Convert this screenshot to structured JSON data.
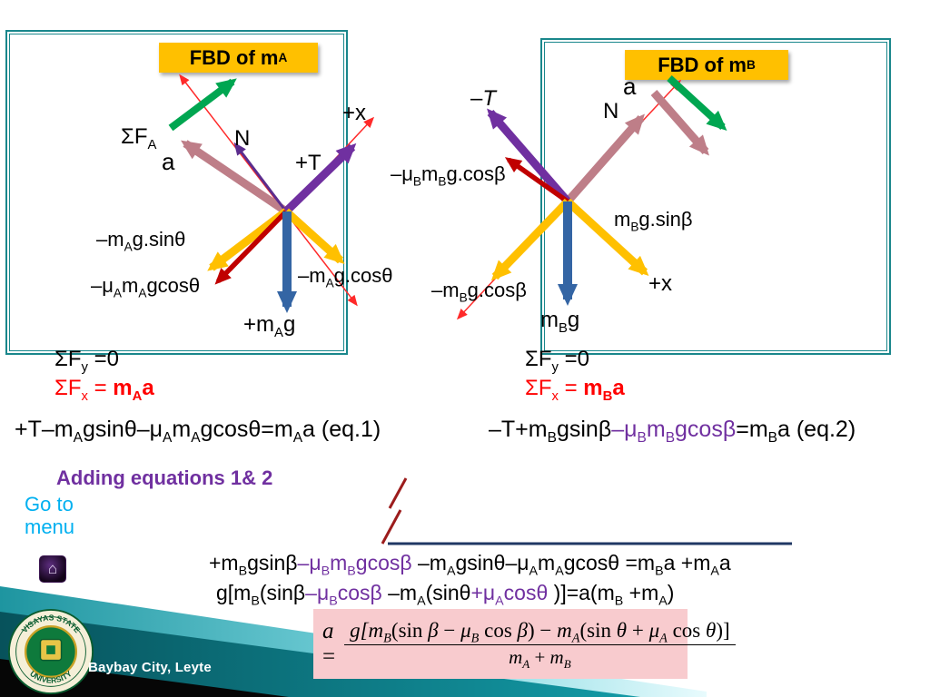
{
  "colors": {
    "teal_border": "#1A878C",
    "title_bg": "#FFC000",
    "arrow_green": "#00A651",
    "arrow_pink": "#BE7E88",
    "arrow_purple": "#7030A0",
    "arrow_yellow": "#FFC000",
    "arrow_darkred": "#C00000",
    "arrow_blue": "#3465A4",
    "axis_red": "#FF2A2A",
    "text_red": "#FF0000",
    "text_purple": "#7030A0",
    "text_cyan": "#00B0F0",
    "formula_box_bg": "#F8CBCE",
    "sum_line_navy": "#203864"
  },
  "left_fbd": {
    "title": [
      {
        "t": "FBD of m"
      },
      {
        "t": "A",
        "sub": true
      }
    ],
    "sigma_fa": [
      {
        "t": "ΣF"
      },
      {
        "t": "A",
        "sub": true
      }
    ],
    "a": [
      {
        "t": "a"
      }
    ],
    "n": [
      {
        "t": "N"
      }
    ],
    "plus_t": [
      {
        "t": "+T"
      }
    ],
    "plus_x": [
      {
        "t": "+x"
      }
    ],
    "mg_sin": [
      {
        "t": "–m"
      },
      {
        "t": "A",
        "sub": true
      },
      {
        "t": "g.sinθ"
      }
    ],
    "mu_mg_cos": [
      {
        "t": "–μ"
      },
      {
        "t": "A",
        "sub": true
      },
      {
        "t": "m"
      },
      {
        "t": "A",
        "sub": true
      },
      {
        "t": "gcosθ"
      }
    ],
    "mg_cos": [
      {
        "t": "–m"
      },
      {
        "t": "A",
        "sub": true
      },
      {
        "t": "g.cosθ"
      }
    ],
    "weight": [
      {
        "t": "+m"
      },
      {
        "t": "A",
        "sub": true
      },
      {
        "t": "g"
      }
    ]
  },
  "right_fbd": {
    "title": [
      {
        "t": "FBD of m"
      },
      {
        "t": "B",
        "sub": true
      }
    ],
    "minus_t": [
      {
        "t": "–"
      },
      {
        "t": "T",
        "italic": true
      }
    ],
    "a": [
      {
        "t": "a"
      }
    ],
    "n": [
      {
        "t": "N"
      }
    ],
    "mu_mg_cos": [
      {
        "t": "–μ"
      },
      {
        "t": "B",
        "sub": true
      },
      {
        "t": "m"
      },
      {
        "t": "B",
        "sub": true
      },
      {
        "t": "g.cosβ"
      }
    ],
    "mg_sin": [
      {
        "t": "m"
      },
      {
        "t": "B",
        "sub": true
      },
      {
        "t": "g.sinβ"
      }
    ],
    "mg_cos": [
      {
        "t": "–m"
      },
      {
        "t": "B",
        "sub": true
      },
      {
        "t": "g.cosβ"
      }
    ],
    "plus_x": [
      {
        "t": "+x"
      }
    ],
    "weight": [
      {
        "t": "m"
      },
      {
        "t": "B",
        "sub": true
      },
      {
        "t": "g"
      }
    ]
  },
  "equations": {
    "left_sum_fy": [
      {
        "t": "ΣF"
      },
      {
        "t": "y",
        "sub": true
      },
      {
        "t": " =0"
      }
    ],
    "left_sum_fx": [
      {
        "t": "ΣF"
      },
      {
        "t": "x",
        "sub": true
      },
      {
        "t": " = "
      },
      {
        "t": "m",
        "bold": true
      },
      {
        "t": "A",
        "sub": true,
        "bold": true
      },
      {
        "t": "a",
        "bold": true
      }
    ],
    "right_sum_fy": [
      {
        "t": "ΣF"
      },
      {
        "t": "y",
        "sub": true
      },
      {
        "t": " =0"
      }
    ],
    "right_sum_fx": [
      {
        "t": "ΣF"
      },
      {
        "t": "x",
        "sub": true
      },
      {
        "t": "  =  "
      },
      {
        "t": "m",
        "bold": true
      },
      {
        "t": "B",
        "sub": true,
        "bold": true
      },
      {
        "t": "a",
        "bold": true
      }
    ],
    "eq1": [
      {
        "t": "+T–m"
      },
      {
        "t": "A",
        "sub": true
      },
      {
        "t": "gsinθ–μ"
      },
      {
        "t": "A",
        "sub": true
      },
      {
        "t": "m"
      },
      {
        "t": "A",
        "sub": true
      },
      {
        "t": "gcosθ=m"
      },
      {
        "t": "A",
        "sub": true
      },
      {
        "t": "a  (eq.1)"
      }
    ],
    "eq2": [
      {
        "t": "–T+m"
      },
      {
        "t": "B",
        "sub": true
      },
      {
        "t": "gsinβ"
      },
      {
        "t": "–μ",
        "color": "#7030A0"
      },
      {
        "t": "B",
        "sub": true,
        "color": "#7030A0"
      },
      {
        "t": "m",
        "color": "#7030A0"
      },
      {
        "t": "B",
        "sub": true,
        "color": "#7030A0"
      },
      {
        "t": "gcosβ",
        "color": "#7030A0"
      },
      {
        "t": "=m"
      },
      {
        "t": "B",
        "sub": true
      },
      {
        "t": "a  (eq.2)"
      }
    ],
    "adding_label": "Adding equations 1& 2",
    "combined": [
      {
        "t": "+m"
      },
      {
        "t": "B",
        "sub": true
      },
      {
        "t": "gsinβ"
      },
      {
        "t": "–μ",
        "color": "#7030A0"
      },
      {
        "t": "B",
        "sub": true,
        "color": "#7030A0"
      },
      {
        "t": "m",
        "color": "#7030A0"
      },
      {
        "t": "B",
        "sub": true,
        "color": "#7030A0"
      },
      {
        "t": "gcosβ",
        "color": "#7030A0"
      },
      {
        "t": " –m"
      },
      {
        "t": "A",
        "sub": true
      },
      {
        "t": "gsinθ–μ"
      },
      {
        "t": "A",
        "sub": true
      },
      {
        "t": "m"
      },
      {
        "t": "A",
        "sub": true
      },
      {
        "t": "gcosθ =m"
      },
      {
        "t": "B",
        "sub": true
      },
      {
        "t": "a +m"
      },
      {
        "t": "A",
        "sub": true
      },
      {
        "t": "a"
      }
    ],
    "factored": [
      {
        "t": "g[m"
      },
      {
        "t": "B",
        "sub": true
      },
      {
        "t": "(sinβ"
      },
      {
        "t": "–μ",
        "color": "#7030A0"
      },
      {
        "t": "B",
        "sub": true,
        "color": "#7030A0"
      },
      {
        "t": "cosβ",
        "color": "#7030A0"
      },
      {
        "t": " –m"
      },
      {
        "t": "A",
        "sub": true
      },
      {
        "t": "(sinθ"
      },
      {
        "t": "+μ",
        "color": "#7030A0"
      },
      {
        "t": "A",
        "sub": true,
        "color": "#7030A0"
      },
      {
        "t": "cosθ ",
        "color": "#7030A0"
      },
      {
        "t": ")]=a(m"
      },
      {
        "t": "B",
        "sub": true
      },
      {
        "t": " +m"
      },
      {
        "t": "A",
        "sub": true
      },
      {
        "t": ")"
      }
    ]
  },
  "final_formula": {
    "lhs": [
      {
        "t": "a",
        "italic": true
      },
      {
        "t": " ="
      }
    ],
    "numerator": [
      {
        "t": "g",
        "italic": true
      },
      {
        "t": "[m",
        "italic": true
      },
      {
        "t": "B",
        "sub": true,
        "italic": true
      },
      {
        "t": "("
      },
      {
        "t": "sin "
      },
      {
        "t": "β",
        "italic": true
      },
      {
        "t": " − "
      },
      {
        "t": "μ",
        "italic": true
      },
      {
        "t": "B",
        "sub": true,
        "italic": true
      },
      {
        "t": " cos "
      },
      {
        "t": "β",
        "italic": true
      },
      {
        "t": ") − "
      },
      {
        "t": "m",
        "italic": true
      },
      {
        "t": "A",
        "sub": true,
        "italic": true
      },
      {
        "t": "("
      },
      {
        "t": "sin "
      },
      {
        "t": "θ",
        "italic": true
      },
      {
        "t": " + "
      },
      {
        "t": "μ",
        "italic": true
      },
      {
        "t": "A",
        "sub": true,
        "italic": true
      },
      {
        "t": " cos "
      },
      {
        "t": "θ",
        "italic": true
      },
      {
        "t": ")]"
      }
    ],
    "denominator": [
      {
        "t": "m",
        "italic": true
      },
      {
        "t": "A",
        "sub": true,
        "italic": true
      },
      {
        "t": " + "
      },
      {
        "t": "m",
        "italic": true
      },
      {
        "t": "B",
        "sub": true,
        "italic": true
      }
    ]
  },
  "nav": {
    "go_to_menu": "Go to\nmenu",
    "home_glyph": "⌂"
  },
  "footer": {
    "location": "Baybay City, Leyte",
    "seal_top": "VISAYAS STATE",
    "seal_bottom": "UNIVERSITY"
  }
}
